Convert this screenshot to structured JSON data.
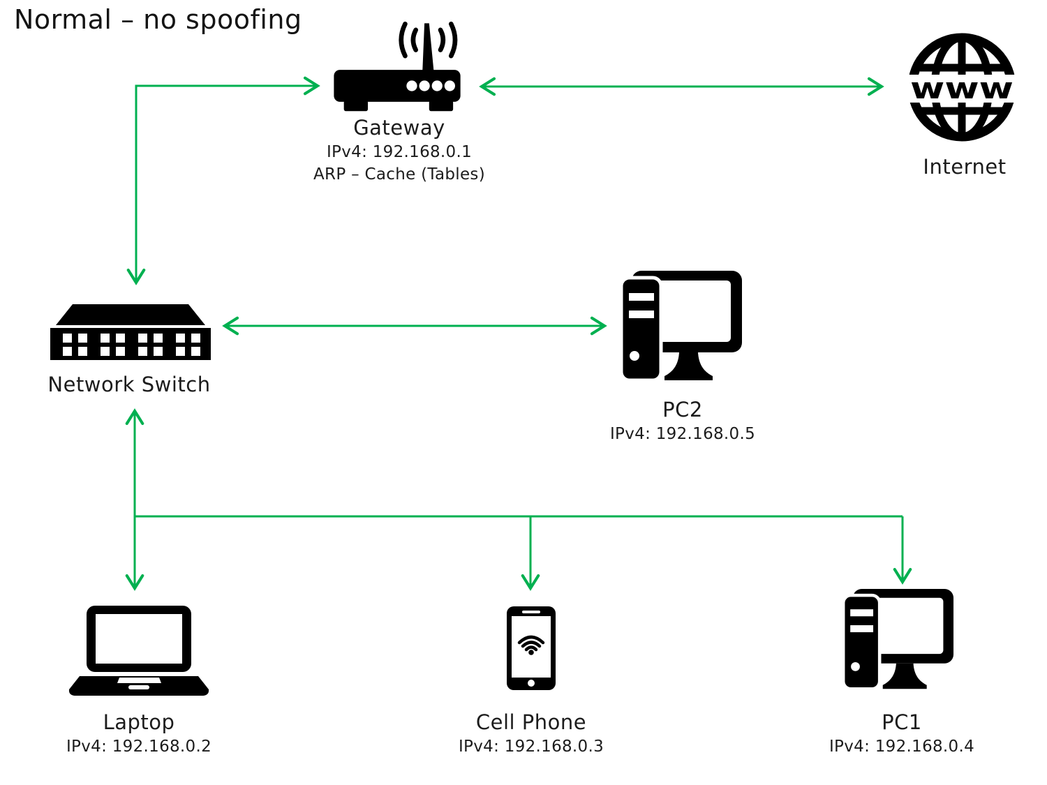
{
  "title": "Normal – no spoofing",
  "colors": {
    "arrow_green": "#00B050",
    "icon_black": "#000000",
    "text_black": "#1c1c1c",
    "background": "#ffffff"
  },
  "nodes": {
    "gateway": {
      "name": "Gateway",
      "ipv4": "IPv4: 192.168.0.1",
      "note": "ARP – Cache (Tables)"
    },
    "internet": {
      "name": "Internet",
      "icon_text": "www"
    },
    "network_switch": {
      "name": "Network Switch"
    },
    "pc2": {
      "name": "PC2",
      "ipv4": "IPv4: 192.168.0.5"
    },
    "laptop": {
      "name": "Laptop",
      "ipv4": "IPv4: 192.168.0.2"
    },
    "cell_phone": {
      "name": "Cell Phone",
      "ipv4": "IPv4: 192.168.0.3"
    },
    "pc1": {
      "name": "PC1",
      "ipv4": "IPv4: 192.168.0.4"
    }
  },
  "connections": [
    {
      "from": "network_switch",
      "to": "gateway",
      "style": "elbow",
      "arrows": "both"
    },
    {
      "from": "gateway",
      "to": "internet",
      "style": "straight",
      "arrows": "both"
    },
    {
      "from": "network_switch",
      "to": "pc2",
      "style": "straight",
      "arrows": "both"
    },
    {
      "from": "network_switch",
      "to": "laptop",
      "style": "straight",
      "arrows": "both"
    },
    {
      "from": "network_switch",
      "to": "cell_phone",
      "style": "bus-branch",
      "arrows": "to"
    },
    {
      "from": "network_switch",
      "to": "pc1",
      "style": "bus-branch",
      "arrows": "to"
    }
  ]
}
